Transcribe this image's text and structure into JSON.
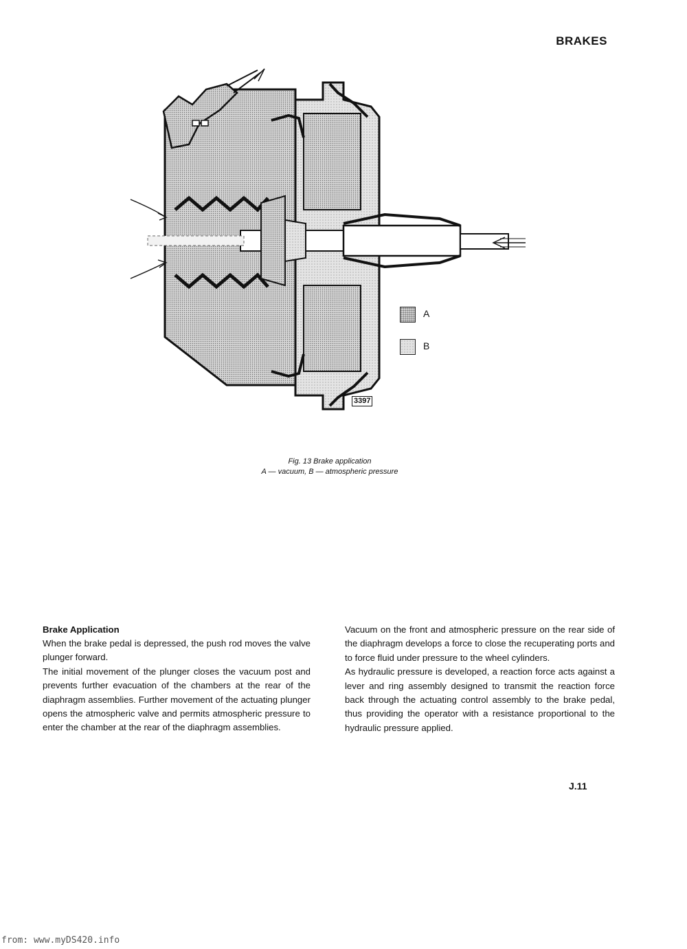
{
  "header": {
    "title": "BRAKES"
  },
  "figure": {
    "legend": [
      {
        "key": "A",
        "meaning": "vacuum"
      },
      {
        "key": "B",
        "meaning": "atmospheric pressure"
      }
    ],
    "figure_number": "3397",
    "caption_line1": "Fig. 13   Brake application",
    "caption_line2": "A — vacuum, B — atmospheric pressure"
  },
  "text": {
    "left": {
      "heading": "Brake Application",
      "paragraphs": [
        "When the brake pedal is depressed, the push rod moves the valve plunger forward.",
        "The initial movement of the plunger closes the vacuum post and prevents further evacuation of the chambers at the rear of the diaphragm assemblies. Further movement of the actuating plunger opens the atmospheric valve and permits atmospheric pressure to enter the chamber at the rear of the diaphragm assemblies."
      ]
    },
    "right": {
      "paragraphs": [
        "Vacuum on the front and atmospheric pressure on the rear side of the diaphragm develops a force to close the recuperating ports and to force fluid under pressure to the wheel cylinders.",
        "As hydraulic pressure is developed, a reaction force acts against a lever and ring assembly designed to transmit the reaction force back through the actuating control assembly to the brake pedal, thus providing the operator with a resistance proportional to the hydraulic pressure applied."
      ]
    }
  },
  "footer": {
    "page_number": "J.11",
    "source": "from: www.myDS420.info"
  }
}
